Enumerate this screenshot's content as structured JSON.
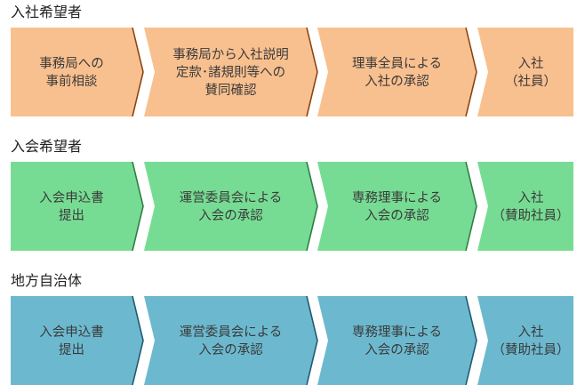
{
  "colors": {
    "applicant_fill": "#F9C08F",
    "applicant_arrow": "#8B4513",
    "supporting_fill": "#77DC93",
    "supporting_arrow": "#2E7D46",
    "municipality_fill": "#6CB9CF",
    "municipality_arrow": "#1E5A70",
    "text": "#3a3a3a",
    "title": "#222222"
  },
  "rows": [
    {
      "title": "入社希望者",
      "steps": [
        {
          "lines": [
            "事務局への",
            "事前相談"
          ]
        },
        {
          "lines": [
            "事務局から入社説明",
            "定款･諸規則等への",
            "賛同確認"
          ]
        },
        {
          "lines": [
            "理事全員による",
            "入社の承認"
          ]
        },
        {
          "lines": [
            "入社",
            "（社員）"
          ]
        }
      ]
    },
    {
      "title": "入会希望者",
      "steps": [
        {
          "lines": [
            "入会申込書",
            "提出"
          ]
        },
        {
          "lines": [
            "運営委員会による",
            "入会の承認"
          ]
        },
        {
          "lines": [
            "専務理事による",
            "入会の承認"
          ]
        },
        {
          "lines": [
            "入社",
            "（賛助社員）"
          ]
        }
      ]
    },
    {
      "title": "地方自治体",
      "steps": [
        {
          "lines": [
            "入会申込書",
            "提出"
          ]
        },
        {
          "lines": [
            "運営委員会による",
            "入会の承認"
          ]
        },
        {
          "lines": [
            "専務理事による",
            "入会の承認"
          ]
        },
        {
          "lines": [
            "入社",
            "（賛助社員）"
          ]
        }
      ]
    }
  ]
}
